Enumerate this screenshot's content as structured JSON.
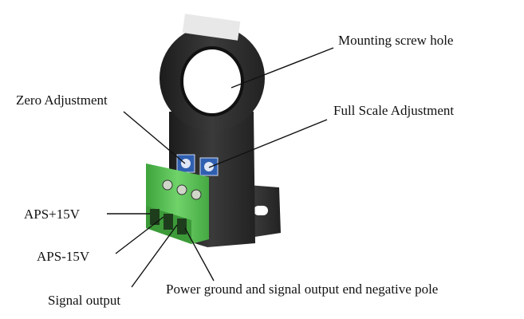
{
  "labels": {
    "mounting_screw_hole": "Mounting screw hole",
    "zero_adjustment": "Zero Adjustment",
    "full_scale_adjustment": "Full Scale Adjustment",
    "aps_plus": "APS+15V",
    "aps_minus": "APS-15V",
    "signal_output": "Signal output",
    "power_ground": "Power ground and signal output end negative pole"
  },
  "colors": {
    "body": "#2b2b2b",
    "terminal": "#5fc25a",
    "potentiometer": "#2f5fb0"
  }
}
